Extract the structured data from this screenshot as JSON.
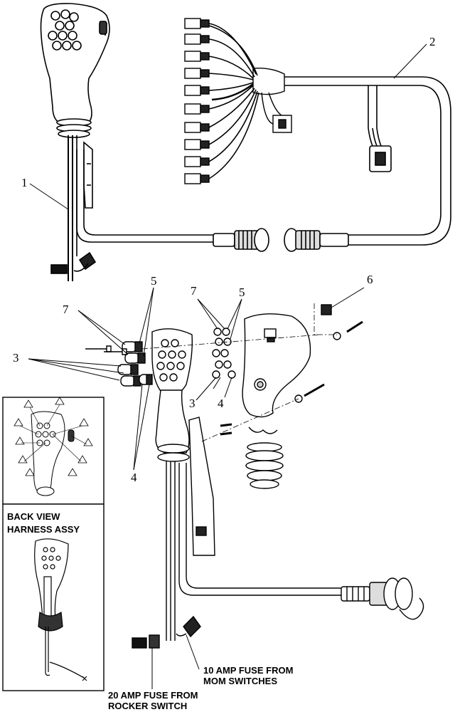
{
  "callouts": {
    "c1": "1",
    "c2": "2",
    "c3a": "3",
    "c3b": "3",
    "c4a": "4",
    "c4b": "4",
    "c5a": "5",
    "c5b": "5",
    "c6": "6",
    "c7a": "7",
    "c7b": "7"
  },
  "inset": {
    "back_view_line1": "BACK VIEW",
    "back_view_line2": "HARNESS ASSY"
  },
  "notes": {
    "fuse10_line1": "10 AMP FUSE FROM",
    "fuse10_line2": "MOM SWITCHES",
    "fuse20_line1": "20 AMP FUSE FROM",
    "fuse20_line2": "ROCKER SWITCH"
  }
}
